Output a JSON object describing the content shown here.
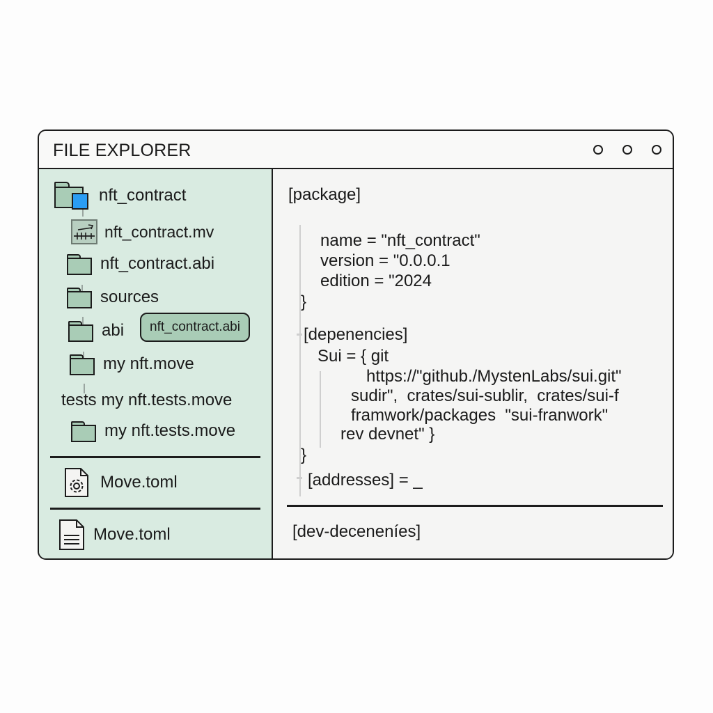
{
  "window": {
    "title": "FILE EXPLORER",
    "controls": [
      "circle-control",
      "circle-control",
      "circle-control"
    ]
  },
  "sidebar": {
    "root": {
      "label": "nft_contract",
      "icon": "folder-with-blue-square-icon"
    },
    "items": [
      {
        "label": "nft_contract.mv",
        "icon": "binary-file-icon"
      },
      {
        "label": "nft_contract.abi",
        "icon": "folder-icon"
      },
      {
        "label": "sources",
        "icon": "folder-icon"
      },
      {
        "label": "abi",
        "icon": "folder-icon",
        "badge": "nft_contract.abi"
      },
      {
        "label": "my nft.move",
        "icon": "folder-icon"
      },
      {
        "label": "tests my nft.tests.move",
        "icon": null
      },
      {
        "label": "my nft.tests.move",
        "icon": "folder-icon"
      }
    ],
    "footer_items": [
      {
        "label": "Move.toml",
        "icon": "gear-file-icon"
      },
      {
        "label": "Move.toml",
        "icon": "text-file-icon"
      }
    ],
    "colors": {
      "background": "#d9ebe1",
      "folder_fill": "#a9ccb6",
      "accent_blue": "#2a9df4"
    }
  },
  "editor": {
    "lines": {
      "package_header": "[package]",
      "name": "name = \"nft_contract\"",
      "version": "version = \"0.0.0.1",
      "edition": "edition = \"2024",
      "close1": "}",
      "deps_header": "[depenencies]",
      "sui": "Sui = { git",
      "url": "https://\"github./MystenLabs/sui.git\"",
      "subdir": "sudir\",  crates/sui-sublir,  crates/sui-f",
      "framework": "framwork/packages  \"sui-franwork\"",
      "rev": "rev devnet\" }",
      "close2": "}",
      "addresses": "[addresses] = _",
      "dev_deps": "[dev-deceneníes]"
    }
  }
}
